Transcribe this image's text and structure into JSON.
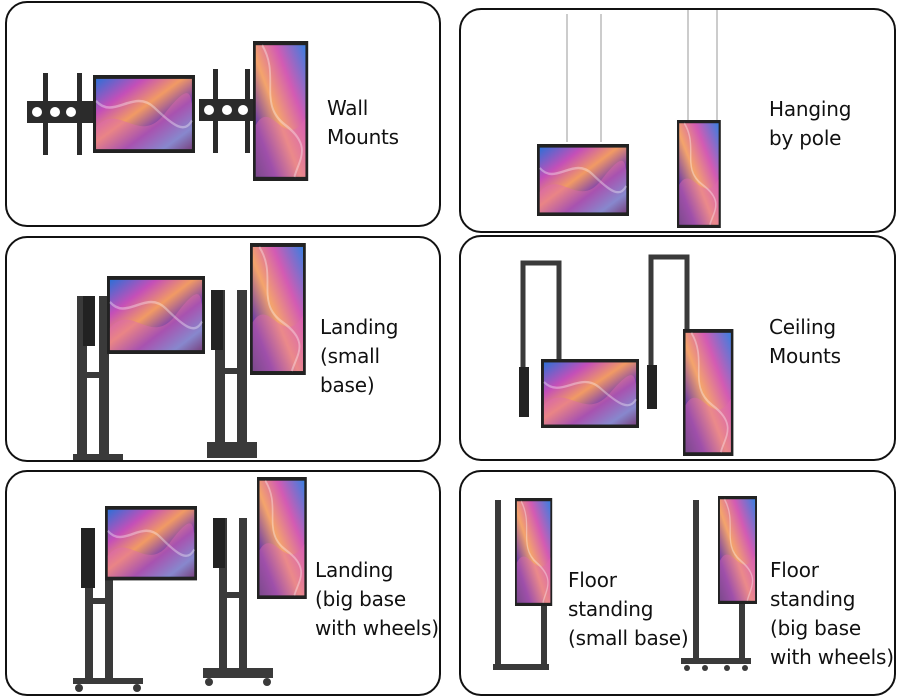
{
  "panels": [
    {
      "id": "wall-mounts",
      "label": "Wall\nMounts"
    },
    {
      "id": "hanging-by-pole",
      "label": "Hanging\nby pole"
    },
    {
      "id": "landing-small-base",
      "label": "Landing\n(small base)"
    },
    {
      "id": "ceiling-mounts",
      "label": "Ceiling\nMounts"
    },
    {
      "id": "landing-big-base-wheels",
      "label": "Landing\n(big base\nwith wheels)"
    },
    {
      "id": "floor-standing",
      "label_a": "Floor\nstanding\n(small base)",
      "label_b": "Floor\nstanding\n(big base\nwith wheels)"
    }
  ],
  "colors": {
    "border": "#111111",
    "frame": "#2b2b2b",
    "stand": "#3a3a3a",
    "wire": "#9a9a9a"
  }
}
